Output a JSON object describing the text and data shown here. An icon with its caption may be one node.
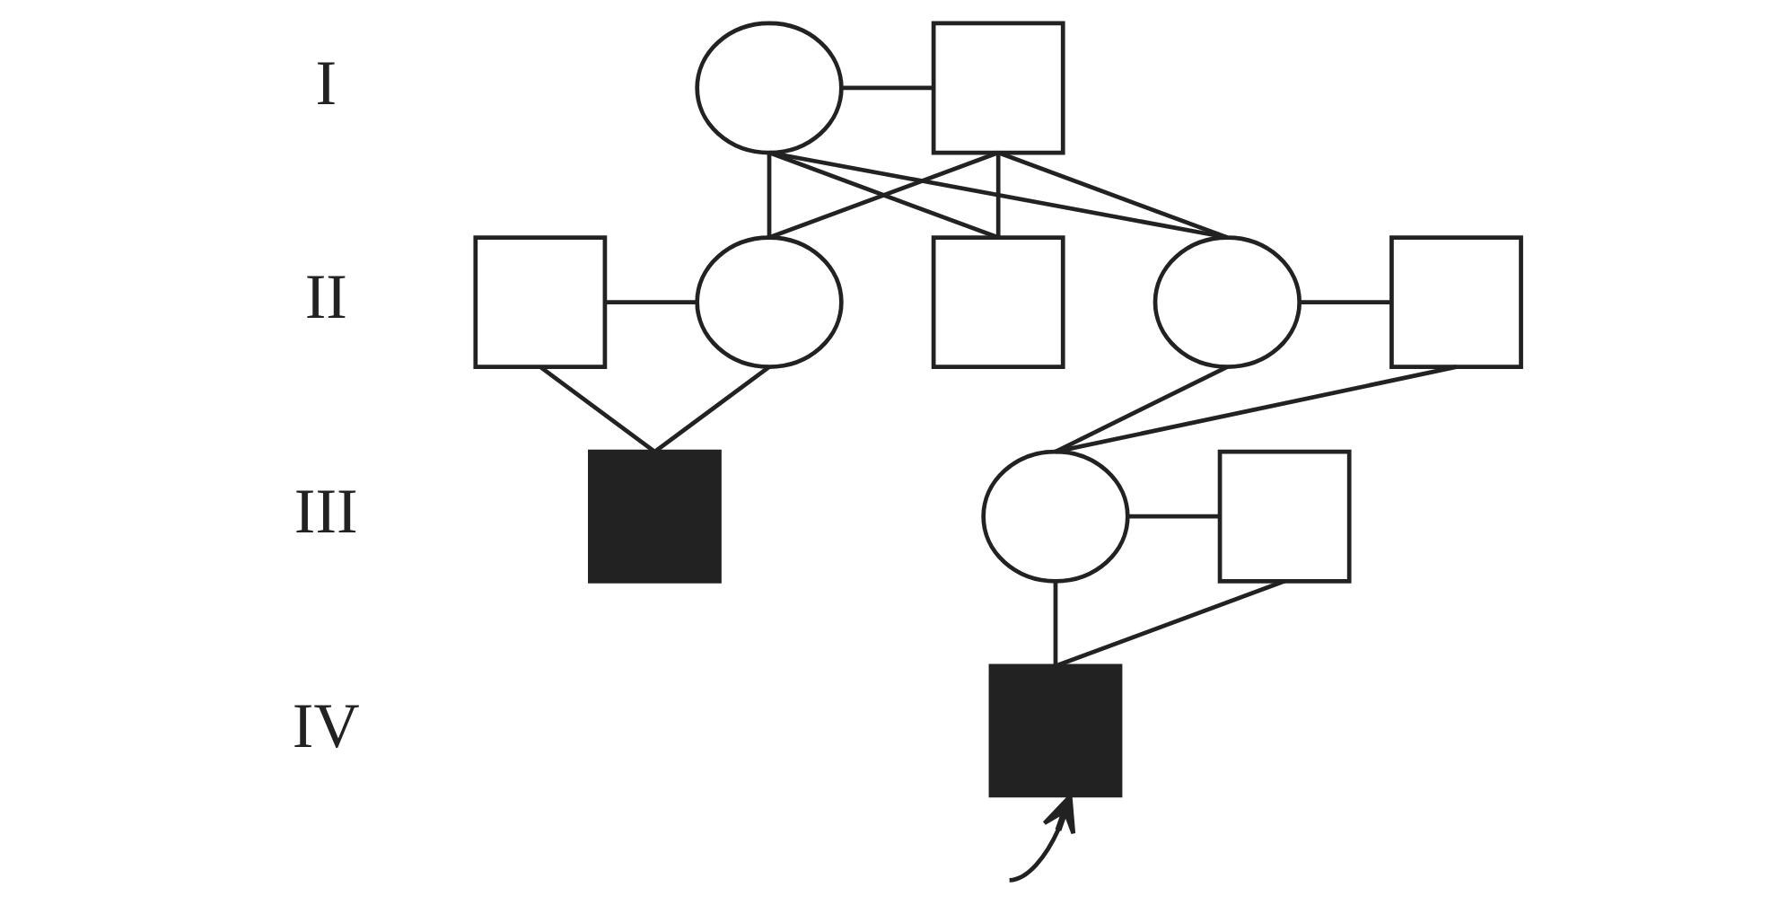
{
  "diagram": {
    "nodes": [
      {
        "text": [],
        "shape": "circle"
      },
      {
        "text": [],
        "shape": "square"
      },
      {
        "text": [],
        "shape": "square"
      },
      {
        "text": [],
        "shape": "circle"
      },
      {
        "text": [],
        "shape": "square"
      },
      {
        "text": [],
        "shape": "circle"
      },
      {
        "text": [],
        "shape": "square"
      },
      {
        "text": [],
        "shape": "square"
      },
      {
        "text": [],
        "shape": "circle"
      },
      {
        "text": [],
        "shape": "square"
      },
      {
        "text": [],
        "shape": "square"
      }
    ],
    "edges": [
      {
        "from": 0,
        "to": 1,
        "arrow": "none"
      },
      {
        "from": 0,
        "to": 3,
        "arrow": "none"
      },
      {
        "from": 1,
        "to": 3,
        "arrow": "none"
      },
      {
        "from": 0,
        "to": 4,
        "arrow": "none"
      },
      {
        "from": 1,
        "to": 4,
        "arrow": "none"
      },
      {
        "from": 0,
        "to": 5,
        "arrow": "none"
      },
      {
        "from": 1,
        "to": 5,
        "arrow": "none"
      },
      {
        "from": 2,
        "to": 3,
        "arrow": "none"
      },
      {
        "from": 5,
        "to": 6,
        "arrow": "none"
      },
      {
        "from": 2,
        "to": 7,
        "arrow": "none"
      },
      {
        "from": 3,
        "to": 7,
        "arrow": "none"
      },
      {
        "from": 5,
        "to": 8,
        "arrow": "none"
      },
      {
        "from": 6,
        "to": 8,
        "arrow": "none"
      },
      {
        "from": 8,
        "to": 9,
        "arrow": "none"
      },
      {
        "from": 8,
        "to": 10,
        "arrow": "none"
      },
      {
        "from": 9,
        "to": 10,
        "arrow": "none"
      },
      {
        "from": null,
        "to": 10,
        "arrow": "to"
      }
    ],
    "labels": [
      "I",
      "II",
      "III",
      "IV"
    ]
  }
}
